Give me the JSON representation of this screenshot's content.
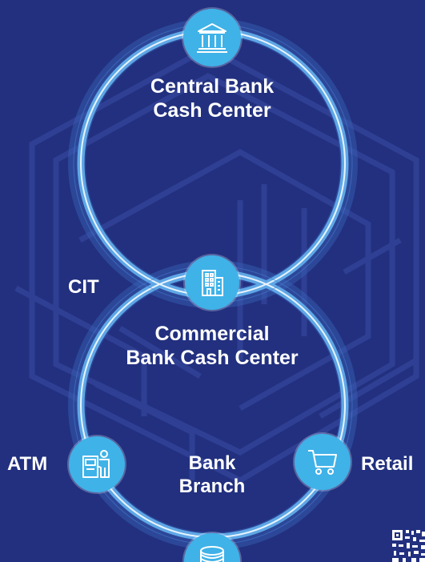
{
  "diagram": {
    "nodes": [
      {
        "id": "central",
        "label_lines": [
          "Central Bank",
          "Cash Center"
        ],
        "icon": "bank-building-icon"
      },
      {
        "id": "commercial",
        "label_lines": [
          "Commercial",
          "Bank Cash Center"
        ],
        "icon": "office-building-icon"
      },
      {
        "id": "atm",
        "label": "ATM",
        "icon": "atm-user-icon"
      },
      {
        "id": "branch",
        "label_lines": [
          "Bank",
          "Branch"
        ],
        "icon": "coins-stack-icon"
      },
      {
        "id": "retail",
        "label": "Retail",
        "icon": "shopping-cart-icon"
      }
    ],
    "edge_labels": {
      "cit": "CIT"
    },
    "colors": {
      "background": "#22307f",
      "ring": "#5fa7e6",
      "ring_highlight": "#e8f4ff",
      "node": "#3fb2e8",
      "text": "#ffffff"
    }
  }
}
